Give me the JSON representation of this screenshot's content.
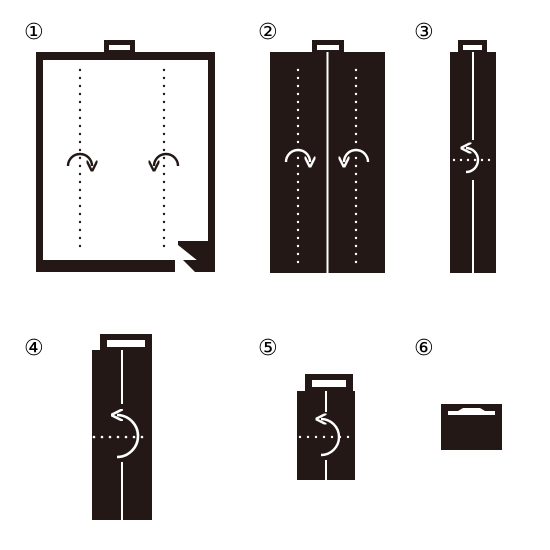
{
  "steps": [
    {
      "label": "①"
    },
    {
      "label": "②"
    },
    {
      "label": "③"
    },
    {
      "label": "④"
    },
    {
      "label": "⑤"
    },
    {
      "label": "⑥"
    }
  ],
  "colors": {
    "ink": "#231815",
    "paper": "#ffffff"
  }
}
